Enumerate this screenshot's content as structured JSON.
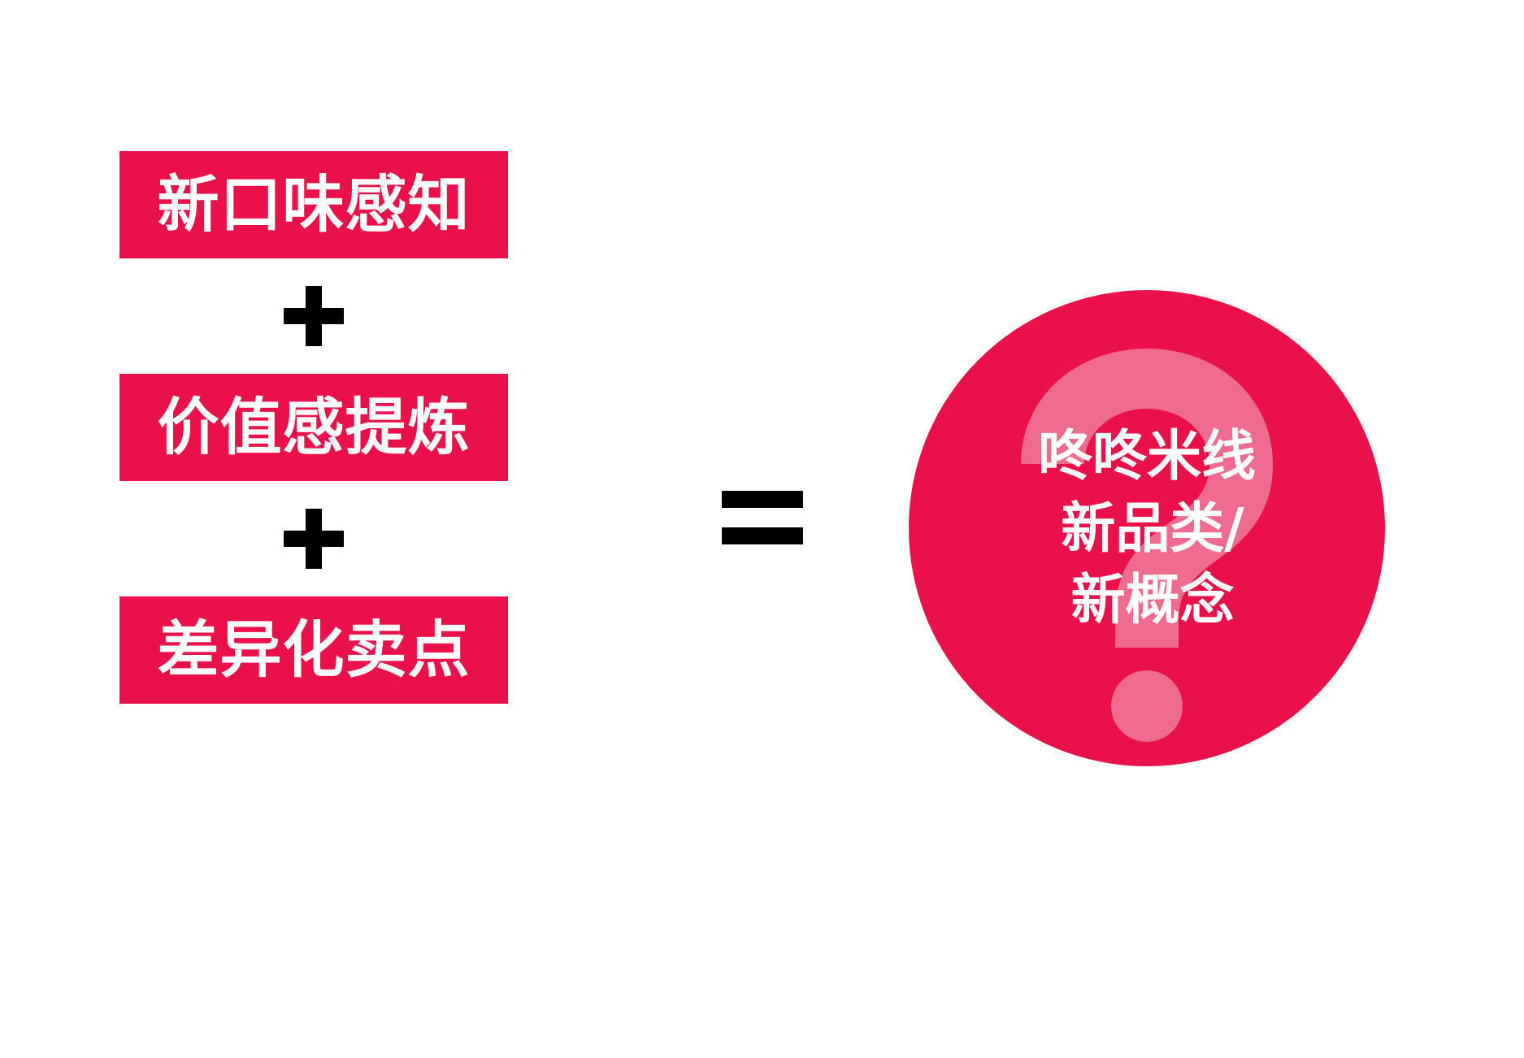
{
  "colors": {
    "brand_red": "#EA1049",
    "watermark_pink": "#EF6B8E",
    "text_white": "#FFFFFF",
    "operator_black": "#000000",
    "background": "#FFFFFF"
  },
  "formula": {
    "terms": [
      {
        "label": "新口味感知"
      },
      {
        "label": "价值感提炼"
      },
      {
        "label": "差异化卖点"
      }
    ],
    "operators": [
      {
        "symbol": "+",
        "name": "plus"
      },
      {
        "symbol": "+",
        "name": "plus"
      }
    ],
    "equals": {
      "symbol": "=",
      "name": "equals"
    }
  },
  "result": {
    "shape": "circle",
    "watermark_icon": "question-mark-icon",
    "lines": [
      "咚咚米线",
      "新品类/",
      "新概念"
    ]
  }
}
